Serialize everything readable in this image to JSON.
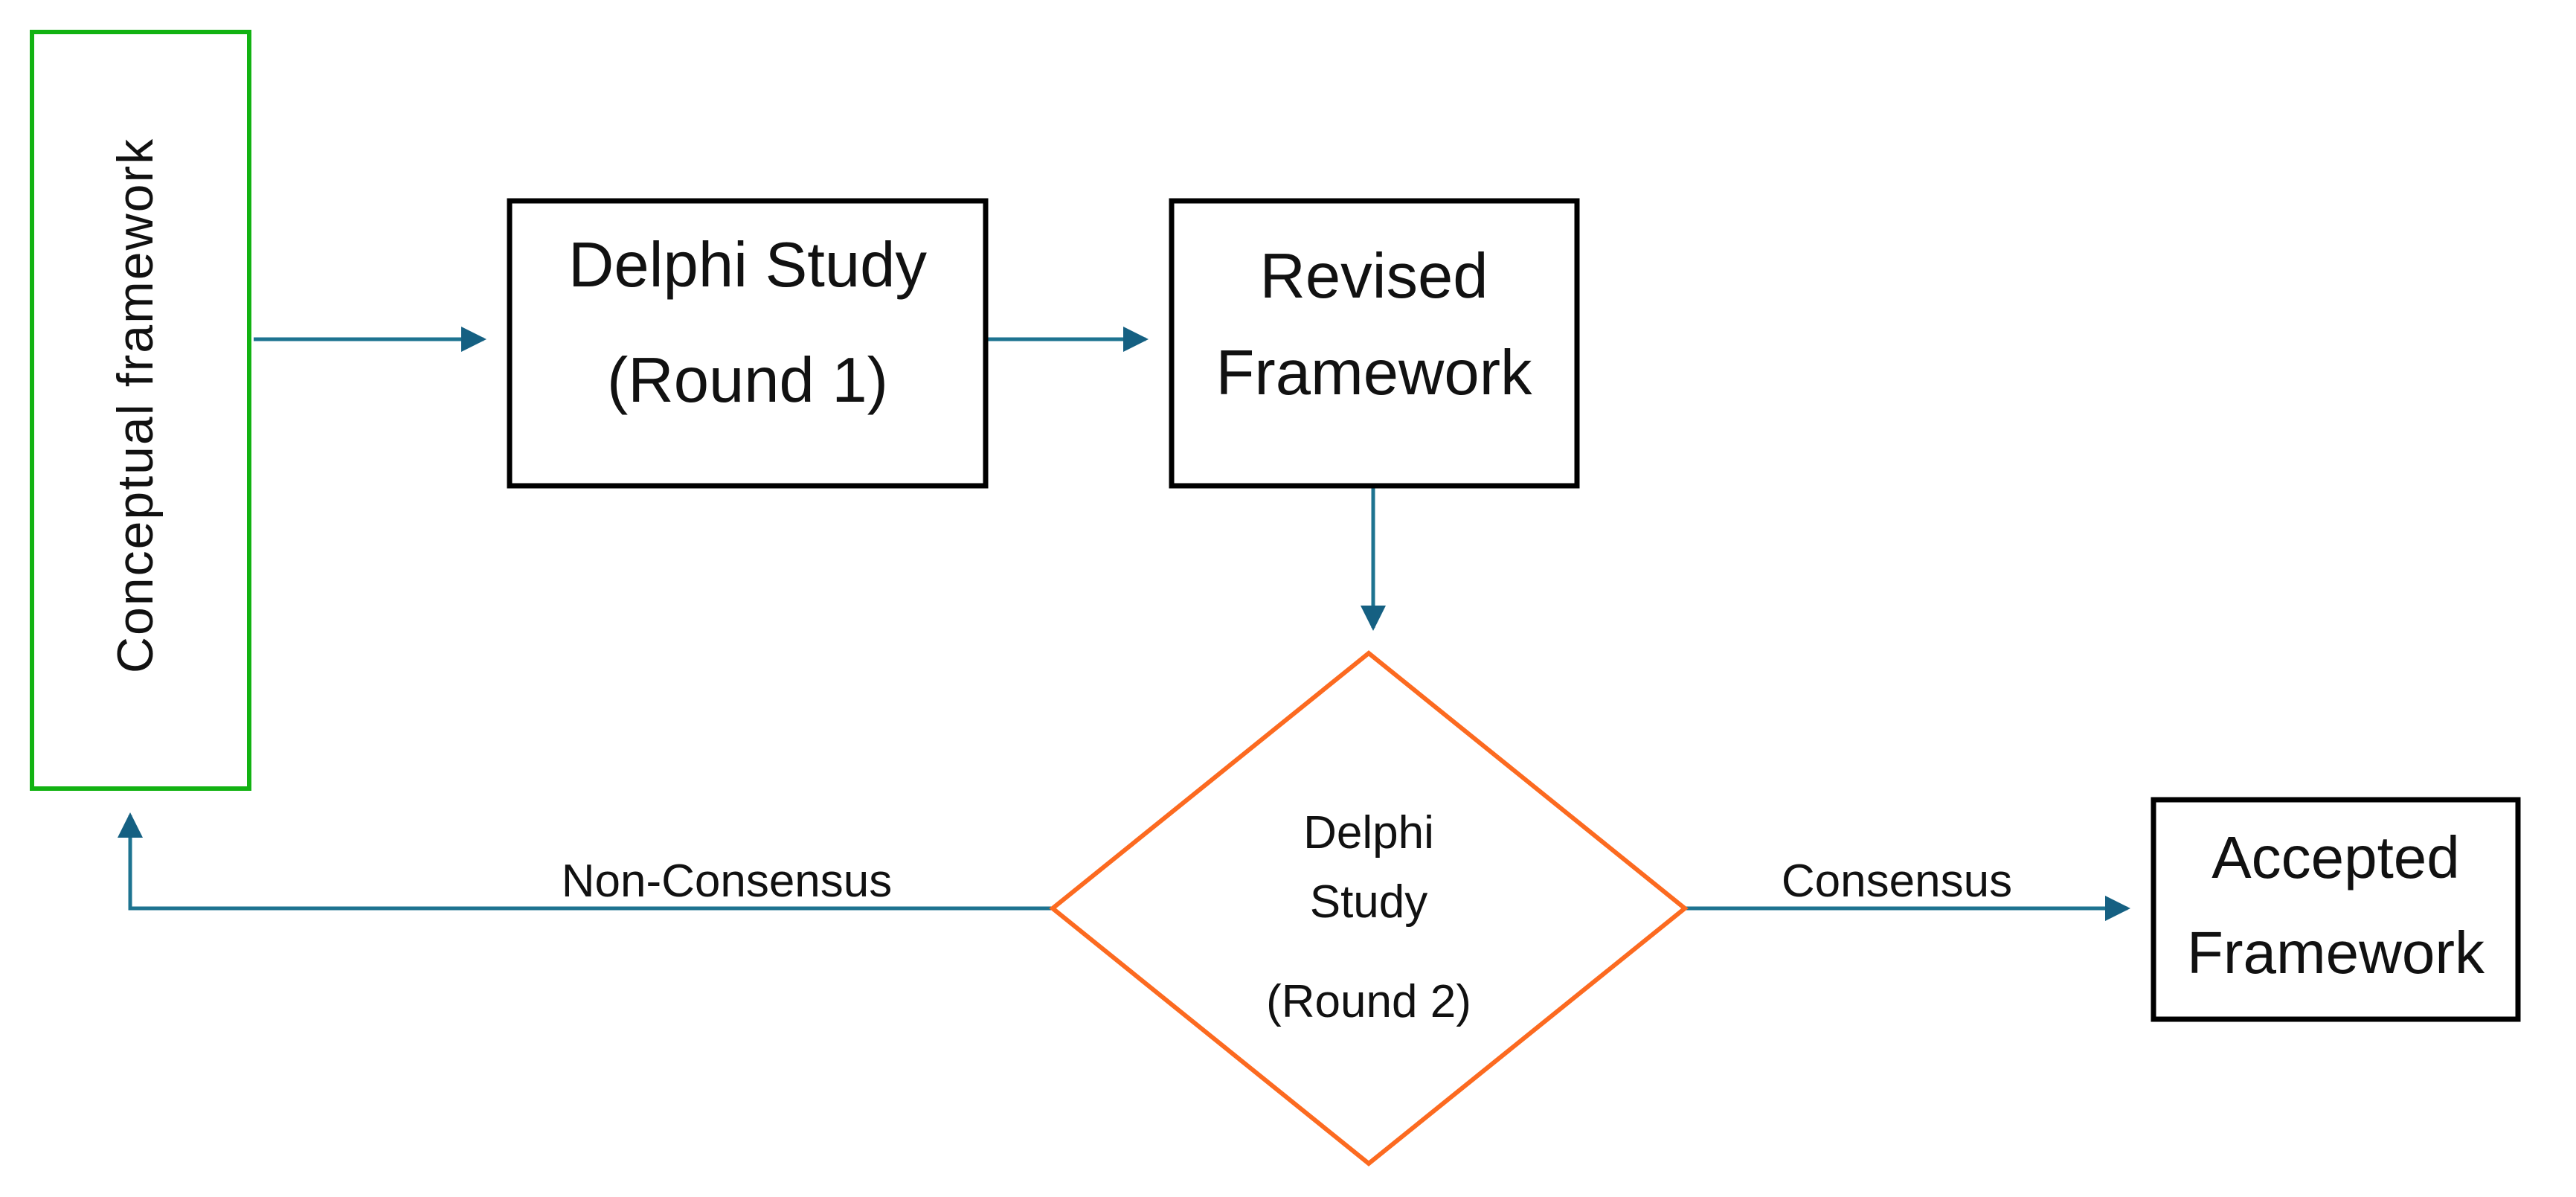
{
  "figure": {
    "type": "flowchart",
    "description": "Delphi study methodology flow diagram"
  },
  "nodes": {
    "conceptual": {
      "label": "Conceptual framework",
      "shape": "rectangle",
      "text_rotation": "90deg-counterclockwise"
    },
    "round1": {
      "line1": "Delphi Study",
      "line2": "(Round 1)",
      "shape": "rectangle"
    },
    "revised": {
      "line1": "Revised",
      "line2": "Framework",
      "shape": "rectangle"
    },
    "round2": {
      "line1": "Delphi",
      "line2": "Study",
      "line3": "(Round 2)",
      "shape": "diamond"
    },
    "accepted": {
      "line1": "Accepted",
      "line2": "Framework",
      "shape": "rectangle"
    }
  },
  "edges": {
    "conceptual_to_round1": {
      "label": ""
    },
    "round1_to_revised": {
      "label": ""
    },
    "revised_to_round2": {
      "label": ""
    },
    "non_consensus": {
      "label": "Non-Consensus"
    },
    "consensus": {
      "label": "Consensus"
    }
  },
  "colors": {
    "arrow_line": "#1D7390",
    "arrow_head": "#156082",
    "conceptual_border": "#12B212",
    "decision_border": "#FC6A20",
    "process_border": "#000000",
    "text": "#111111",
    "background": "#FFFFFF"
  }
}
